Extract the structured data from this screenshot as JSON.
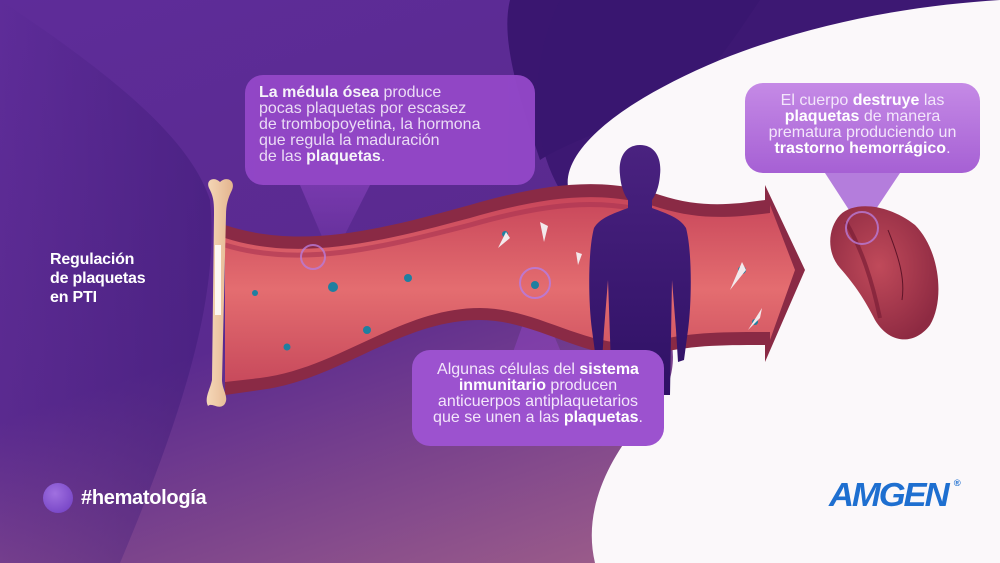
{
  "title": {
    "lines": [
      "Regulación",
      "de plaquetas",
      "en PTI"
    ]
  },
  "bubbles": {
    "bone_marrow": {
      "lines": [
        [
          {
            "t": "La médula ósea",
            "b": true
          },
          {
            "t": " produce",
            "b": false
          }
        ],
        [
          {
            "t": "pocas plaquetas por escasez",
            "b": false
          }
        ],
        [
          {
            "t": "de trombopoyetina, la hormona",
            "b": false
          }
        ],
        [
          {
            "t": "que regula la maduración",
            "b": false
          }
        ],
        [
          {
            "t": "de las ",
            "b": false
          },
          {
            "t": "plaquetas",
            "b": true
          },
          {
            "t": ".",
            "b": false
          }
        ]
      ]
    },
    "body_destroys": {
      "lines": [
        [
          {
            "t": "El cuerpo ",
            "b": false
          },
          {
            "t": "destruye",
            "b": true
          },
          {
            "t": " las",
            "b": false
          }
        ],
        [
          {
            "t": "plaquetas",
            "b": true
          },
          {
            "t": " de manera",
            "b": false
          }
        ],
        [
          {
            "t": "prematura produciendo un",
            "b": false
          }
        ],
        [
          {
            "t": "trastorno hemorrágico",
            "b": true
          },
          {
            "t": ".",
            "b": false
          }
        ]
      ]
    },
    "immune_system": {
      "lines": [
        [
          {
            "t": "Algunas células del ",
            "b": false
          },
          {
            "t": "sistema",
            "b": true
          }
        ],
        [
          {
            "t": "inmunitario",
            "b": true
          },
          {
            "t": " producen",
            "b": false
          }
        ],
        [
          {
            "t": "anticuerpos antiplaquetarios",
            "b": false
          }
        ],
        [
          {
            "t": "que se unen a las ",
            "b": false
          },
          {
            "t": "plaquetas",
            "b": true
          },
          {
            "t": ".",
            "b": false
          }
        ]
      ]
    }
  },
  "hashtag": "#hematología",
  "brand": {
    "logo_text": "AMGEN",
    "registered": "®",
    "color": "#1e6fd0"
  },
  "colors": {
    "background_purple": "#5a2a8f",
    "dark_purple": "#3a1670",
    "bubble_purple": "#9448c8",
    "vessel_red": "#e0606a",
    "vessel_wall": "#8a2a45",
    "spleen": "#a8344a",
    "silhouette": "#3e1c78",
    "platelet_blue": "#1f7fa0"
  },
  "illustration": {
    "icons": [
      "bone-icon",
      "blood-vessel-arrow-icon",
      "platelet-icon",
      "person-silhouette-icon",
      "spleen-icon",
      "focus-circle-icon"
    ]
  }
}
